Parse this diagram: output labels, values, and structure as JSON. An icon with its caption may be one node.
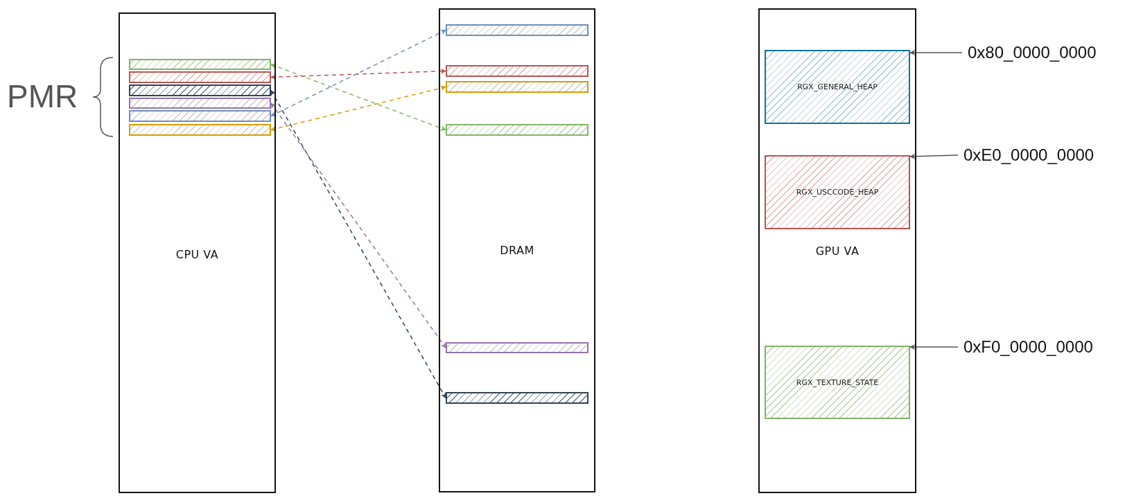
{
  "diagram": {
    "nodes": [
      {
        "text": [
          "CPU VA"
        ]
      },
      {
        "text": [],
        "shape": "bar",
        "in": 0
      },
      {
        "text": [],
        "shape": "bar",
        "in": 0
      },
      {
        "text": [],
        "shape": "bar",
        "in": 0
      },
      {
        "text": [],
        "shape": "bar",
        "in": 0
      },
      {
        "text": [],
        "shape": "bar",
        "in": 0
      },
      {
        "text": [],
        "shape": "bar",
        "in": 0
      },
      {
        "text": [
          "DRAM"
        ]
      },
      {
        "text": [],
        "shape": "bar",
        "in": 7
      },
      {
        "text": [],
        "shape": "bar",
        "in": 7
      },
      {
        "text": [],
        "shape": "bar",
        "in": 7
      },
      {
        "text": [],
        "shape": "bar",
        "in": 7
      },
      {
        "text": [],
        "shape": "bar",
        "in": 7
      },
      {
        "text": [],
        "shape": "bar",
        "in": 7
      },
      {
        "text": [
          "GPU VA"
        ]
      },
      {
        "text": [
          "RGX_GENERAL_HEAP"
        ],
        "in": 14
      },
      {
        "text": [
          "RGX_USCCODE_HEAP"
        ],
        "in": 14
      },
      {
        "text": [
          "RGX_TEXTURE_STATE"
        ],
        "in": 14
      },
      {
        "text": [
          "0x80_0000_0000"
        ]
      },
      {
        "text": [
          "0xE0_0000_0000"
        ]
      },
      {
        "text": [
          "0xF0_0000_0000"
        ]
      }
    ],
    "edges": [
      {
        "from": 1,
        "to": 11,
        "arrow": "both",
        "style": "dashed",
        "color": "#82b366"
      },
      {
        "from": 2,
        "to": 9,
        "arrow": "both",
        "style": "dashed",
        "color": "#b85450"
      },
      {
        "from": 3,
        "to": 13,
        "arrow": "both",
        "style": "dashed",
        "color": "#314354"
      },
      {
        "from": 4,
        "to": 12,
        "arrow": "both",
        "style": "dashed",
        "color": "#9673a6"
      },
      {
        "from": 5,
        "to": 8,
        "arrow": "both",
        "style": "dashed",
        "color": "#6c8ebf"
      },
      {
        "from": 6,
        "to": 10,
        "arrow": "both",
        "style": "dashed",
        "color": "#d79b00"
      },
      {
        "from": 18,
        "to": 15,
        "arrow": "to",
        "color": "#555555"
      },
      {
        "from": 19,
        "to": 16,
        "arrow": "to",
        "color": "#555555"
      },
      {
        "from": 20,
        "to": 17,
        "arrow": "to",
        "color": "#555555"
      }
    ],
    "labels": [
      "PMR"
    ]
  }
}
